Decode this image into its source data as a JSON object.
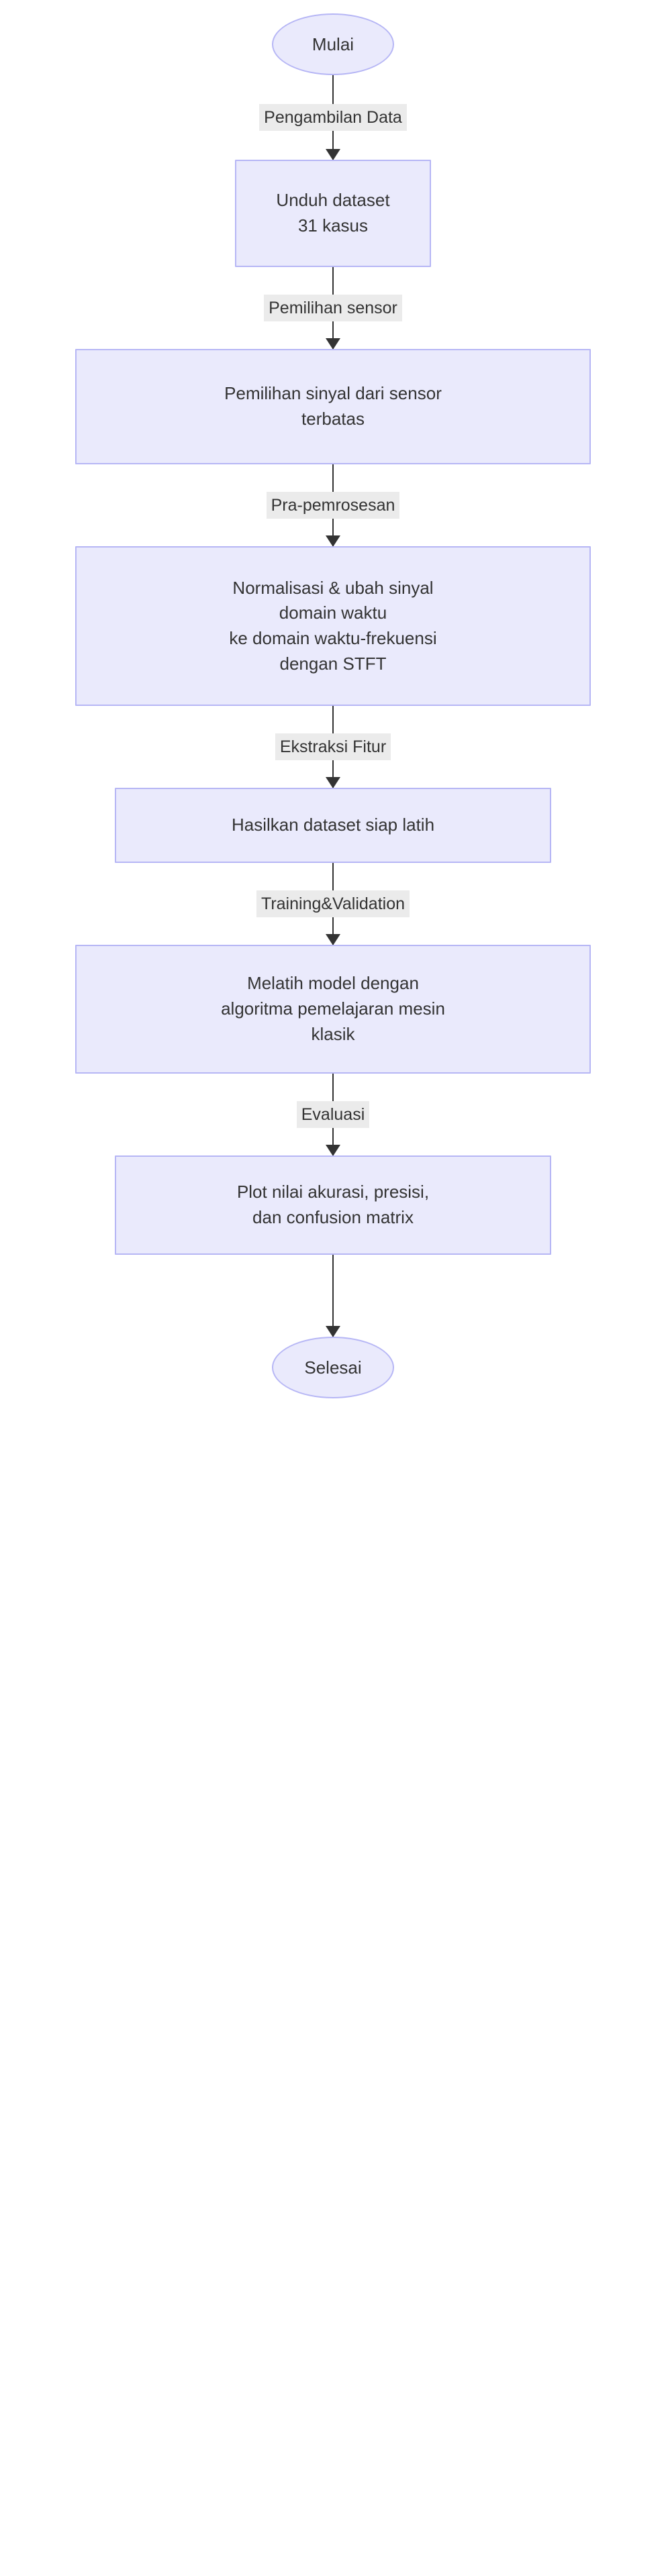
{
  "diagram": {
    "type": "flowchart",
    "orientation": "top-to-bottom",
    "title": "",
    "colors": {
      "node_fill": "#eaeafc",
      "node_border": "#b6b6f5",
      "node_text": "#333333",
      "edge_line": "#333333",
      "edge_label_background": "#ebebeb",
      "page_background": "#ffffff"
    },
    "nodes": [
      {
        "id": "start",
        "shape": "stadium",
        "label": "Mulai"
      },
      {
        "id": "download",
        "shape": "rectangle",
        "label": "Unduh dataset\n31 kasus"
      },
      {
        "id": "signalsel",
        "shape": "rectangle",
        "label": "Pemilihan sinyal dari sensor\nterbatas"
      },
      {
        "id": "preprocess",
        "shape": "rectangle",
        "label": "Normalisasi & ubah sinyal\ndomain waktu\nke domain waktu-frekuensi\ndengan STFT"
      },
      {
        "id": "dataset",
        "shape": "rectangle",
        "label": "Hasilkan dataset siap latih"
      },
      {
        "id": "train",
        "shape": "rectangle",
        "label": "Melatih model dengan\nalgoritma pemelajaran mesin\nklasik"
      },
      {
        "id": "plot",
        "shape": "rectangle",
        "label": "Plot nilai akurasi, presisi,\ndan confusion matrix"
      },
      {
        "id": "end",
        "shape": "stadium",
        "label": "Selesai"
      }
    ],
    "edges": [
      {
        "from": "start",
        "to": "download",
        "label": "Pengambilan Data",
        "arrow": true
      },
      {
        "from": "download",
        "to": "signalsel",
        "label": "Pemilihan sensor",
        "arrow": true
      },
      {
        "from": "signalsel",
        "to": "preprocess",
        "label": "Pra-pemrosesan",
        "arrow": true
      },
      {
        "from": "preprocess",
        "to": "dataset",
        "label": "Ekstraksi Fitur",
        "arrow": true
      },
      {
        "from": "dataset",
        "to": "train",
        "label": "Training&Validation",
        "arrow": true
      },
      {
        "from": "train",
        "to": "plot",
        "label": "Evaluasi",
        "arrow": true
      },
      {
        "from": "plot",
        "to": "end",
        "label": "",
        "arrow": true
      }
    ]
  }
}
